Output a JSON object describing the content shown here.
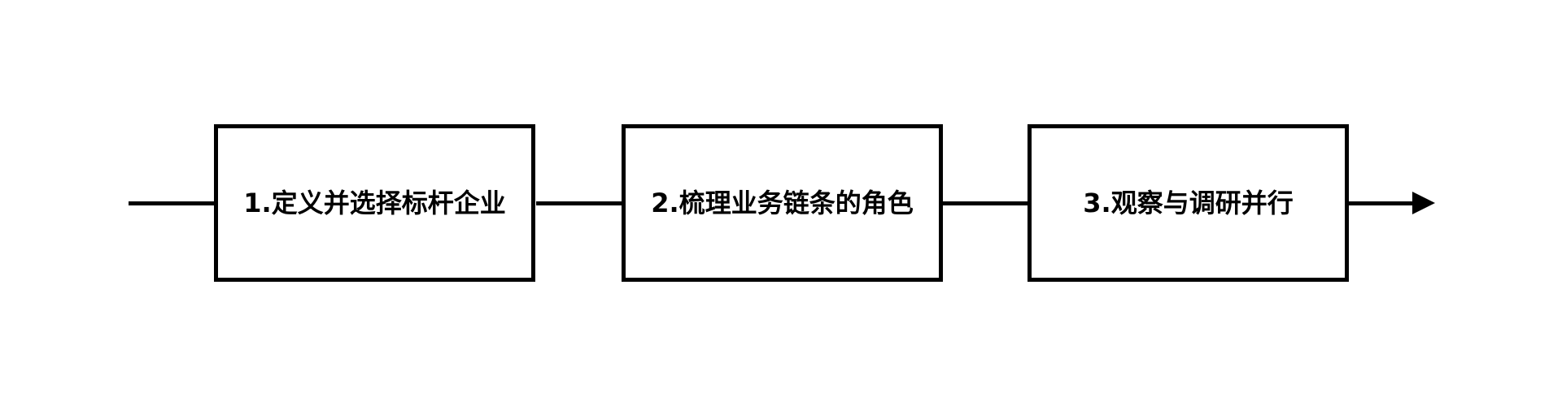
{
  "diagram": {
    "type": "flowchart",
    "background_color": "#ffffff",
    "stroke_color": "#000000",
    "steps": [
      {
        "label": "1.定义并选择标杆企业"
      },
      {
        "label": "2.梳理业务链条的角色"
      },
      {
        "label": "3.观察与调研并行"
      }
    ],
    "connectors": {
      "lead_in": "plain-line",
      "between_boxes": "plain-line",
      "exit": "line-with-solid-right-arrowhead"
    }
  }
}
